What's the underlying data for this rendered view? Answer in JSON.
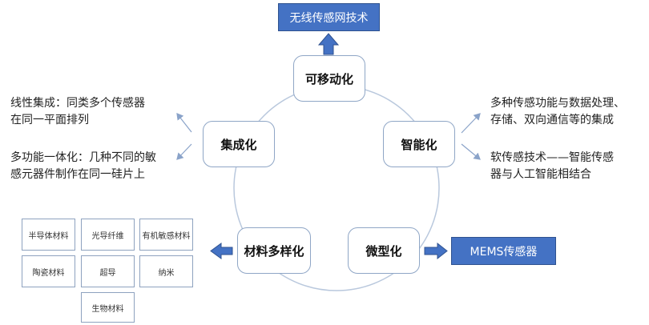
{
  "colors": {
    "arrow_fill": "#4472c4",
    "node_border": "#8fa6c6",
    "tech_box": "#4472c4",
    "circle": "#b9c8dd",
    "thin_arrow": "#8aa3c9"
  },
  "nodes": {
    "top": "可移动化",
    "right": "智能化",
    "bottom_right": "微型化",
    "bottom_left": "材料多样化",
    "left": "集成化"
  },
  "tech_boxes": {
    "wireless": "无线传感网技术",
    "mems": "MEMS传感器"
  },
  "descriptions": {
    "integration_line": [
      "线性集成：同类多个传感器",
      "在同一平面排列"
    ],
    "integration_multi": [
      "多功能一体化：几种不同的敏",
      "感元器件制作在同一硅片上"
    ],
    "smart_multi": [
      "多种传感功能与数据处理、",
      "存储、双向通信等的集成"
    ],
    "smart_soft": [
      "软传感技术——智能传感",
      "器与人工智能相结合"
    ]
  },
  "materials": [
    "半导体材料",
    "光导纤维",
    "有机敏感材料",
    "陶瓷材料",
    "超导",
    "纳米",
    "生物材料"
  ]
}
